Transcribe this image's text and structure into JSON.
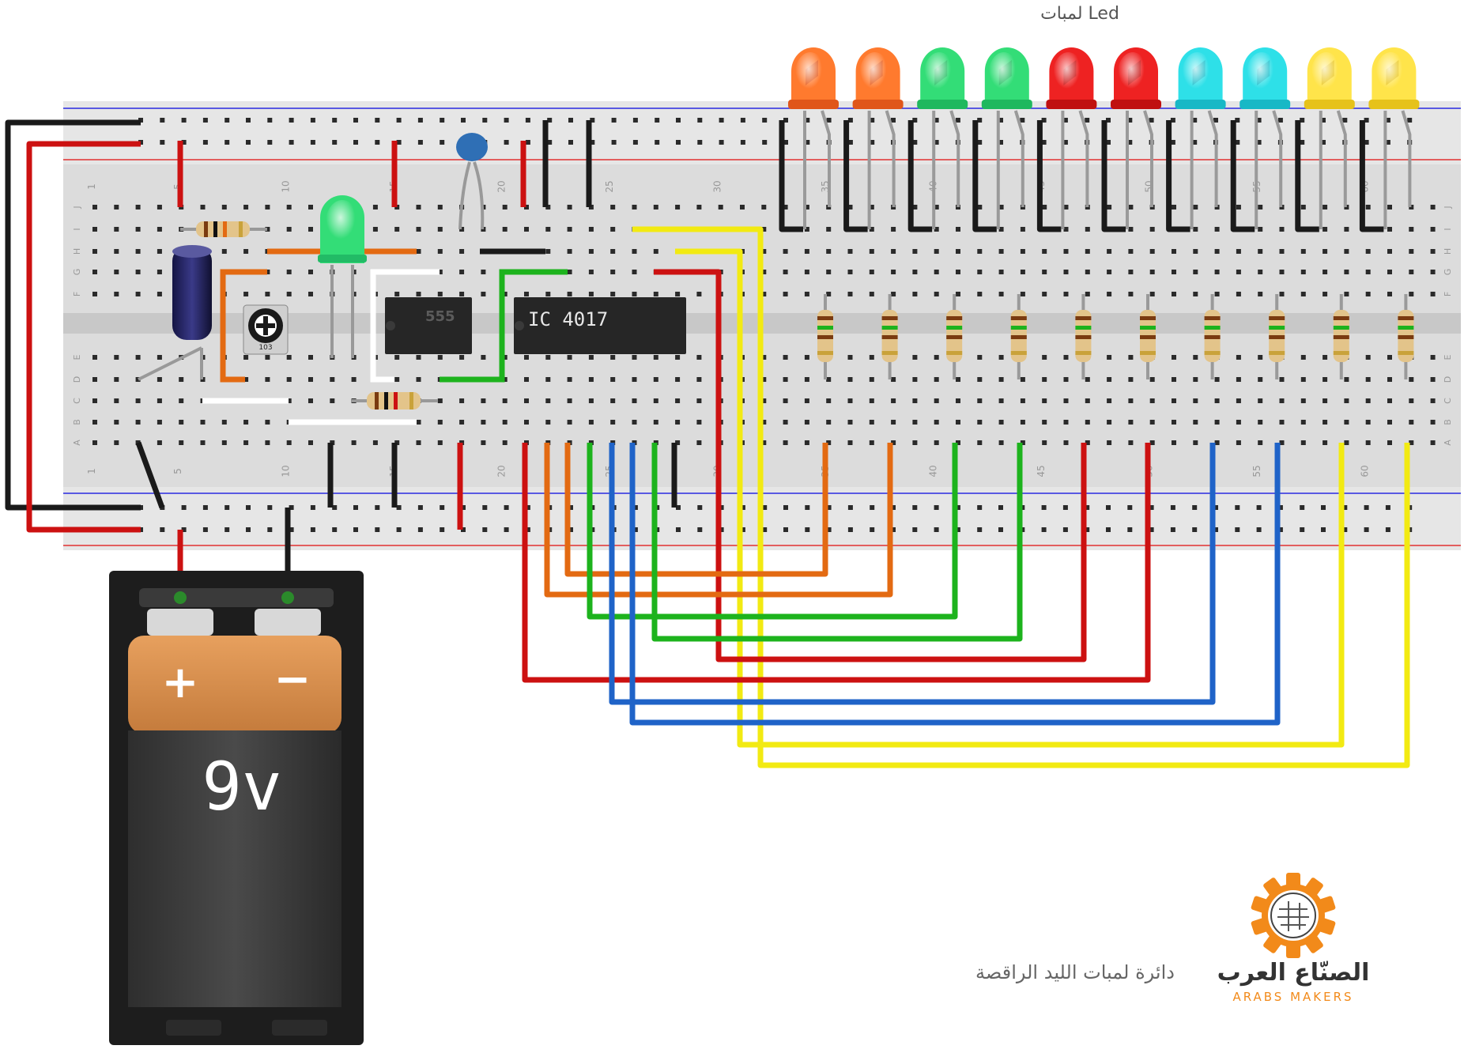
{
  "diagram": {
    "led_header": "لمبات Led",
    "caption": "دائرة لمبات الليد الراقصة",
    "logo_ar": "الصنّاع العرب",
    "logo_en": "ARABS MAKERS",
    "chip_555": "555",
    "chip_4017": "IC 4017",
    "battery_label": "9v",
    "battery_plus": "+",
    "battery_minus": "−",
    "pot_label": "103",
    "row_letters_top": [
      "J",
      "I",
      "H",
      "G",
      "F"
    ],
    "row_letters_bottom": [
      "E",
      "D",
      "C",
      "B",
      "A"
    ],
    "column_numbers": [
      "1",
      "5",
      "10",
      "15",
      "20",
      "25",
      "30",
      "35",
      "40",
      "45",
      "50",
      "55",
      "60"
    ],
    "led_colors": [
      "orange",
      "orange",
      "green",
      "green",
      "red",
      "red",
      "cyan",
      "cyan",
      "yellow",
      "yellow"
    ],
    "wire_colors": {
      "black": "#1a1a1a",
      "red": "#cc1111",
      "orange": "#e36a12",
      "green": "#1db31d",
      "blue": "#1f63c8",
      "yellow": "#f2ea12",
      "white": "#ffffff"
    },
    "accent_logo": "#f28a1a"
  }
}
